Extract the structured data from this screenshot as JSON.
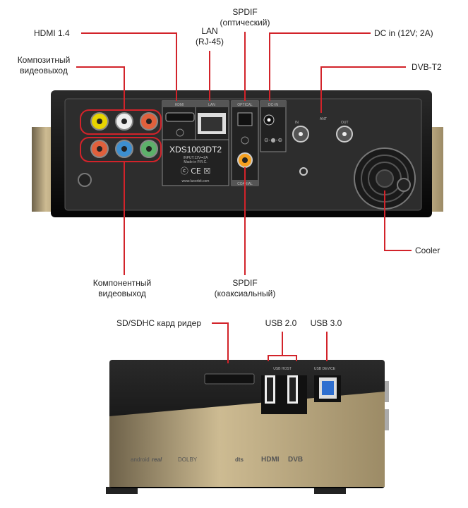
{
  "back_labels": {
    "hdmi": "HDMI 1.4",
    "lan_line1": "LAN",
    "lan_line2": "(RJ-45)",
    "spdif_opt_line1": "SPDIF",
    "spdif_opt_line2": "(оптический)",
    "dc_in": "DC in (12V; 2A)",
    "dvb": "DVB-T2",
    "composite_line1": "Композитный",
    "composite_line2": "видеовыход",
    "component_line1": "Компонентный",
    "component_line2": "видеовыход",
    "spdif_coax_line1": "SPDIF",
    "spdif_coax_line2": "(коаксиальный)",
    "cooler": "Cooler"
  },
  "panel_text": {
    "hdmi": "HDMI",
    "lan": "LAN",
    "optical": "OPTICAL",
    "dc_in": "DC-IN",
    "coaxial": "COAXIAL",
    "ant": "ANT",
    "in": "IN",
    "out": "OUT",
    "model": "XDS1003DT2",
    "input": "INPUT:12V⎓2A",
    "made_in": "Made in P.R.C.",
    "website": "www.luxorbit.com"
  },
  "front_labels": {
    "sd": "SD/SDHC кард ридер",
    "usb2": "USB 2.0",
    "usb3": "USB 3.0",
    "usb_host": "USB HOST",
    "usb_device": "USB DEVICE",
    "logos": [
      "android",
      "real",
      "DOLBY",
      "dts",
      "HDMI",
      "DVB"
    ]
  },
  "colors": {
    "accent": "#d2232a",
    "gold": "#b9a57c"
  }
}
